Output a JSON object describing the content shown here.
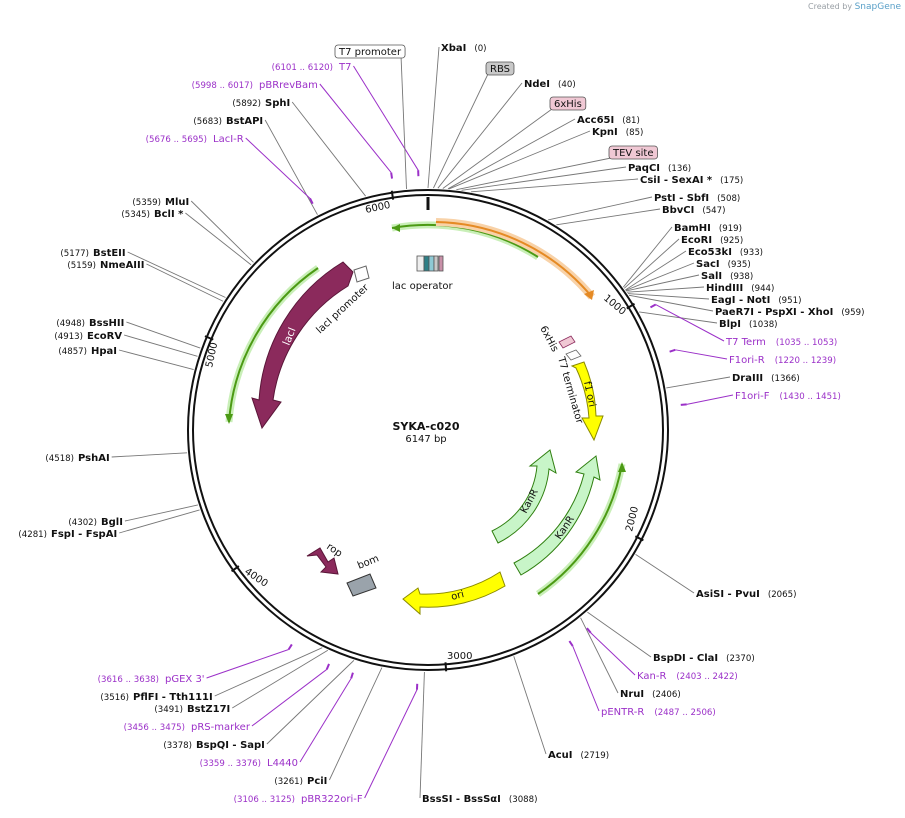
{
  "credit": {
    "prefix": "Created by",
    "brand": "SnapGene"
  },
  "plasmid": {
    "name": "SYKA-c020",
    "size_label": "6147 bp",
    "length": 6147
  },
  "ticks": [
    "1000",
    "2000",
    "3000",
    "4000",
    "5000",
    "6000"
  ],
  "colors": {
    "primer": "#9b30c8",
    "lacI": "#8b2a5c",
    "ori": "#ffff00",
    "kanR": "#c8f5c8",
    "cds_outline": "#2f7f0f",
    "orf": "#4c9a14",
    "orange": "#e58a24",
    "bom": "#9aa3ab"
  },
  "enzymes": [
    {
      "name": "XbaI",
      "pos": "(0)"
    },
    {
      "name": "NdeI",
      "pos": "(40)"
    },
    {
      "name": "Acc65I",
      "pos": "(81)"
    },
    {
      "name": "KpnI",
      "pos": "(85)"
    },
    {
      "name": "PaqCI",
      "pos": "(136)"
    },
    {
      "name": "CsiI  - SexAI *",
      "pos": "(175)"
    },
    {
      "name": "PstI  - SbfI",
      "pos": "(508)"
    },
    {
      "name": "BbvCI",
      "pos": "(547)"
    },
    {
      "name": "BamHI",
      "pos": "(919)"
    },
    {
      "name": "EcoRI",
      "pos": "(925)"
    },
    {
      "name": "Eco53kI",
      "pos": "(933)"
    },
    {
      "name": "SacI",
      "pos": "(935)"
    },
    {
      "name": "SalI",
      "pos": "(938)"
    },
    {
      "name": "HindIII",
      "pos": "(944)"
    },
    {
      "name": "EagI  - NotI",
      "pos": "(951)"
    },
    {
      "name": "PaeR7I  - PspXI  - XhoI",
      "pos": "(959)"
    },
    {
      "name": "BlpI",
      "pos": "(1038)"
    },
    {
      "name": "DraIII",
      "pos": "(1366)"
    },
    {
      "name": "AsiSI  - PvuI",
      "pos": "(2065)"
    },
    {
      "name": "BspDI  - ClaI",
      "pos": "(2370)"
    },
    {
      "name": "NruI",
      "pos": "(2406)"
    },
    {
      "name": "AcuI",
      "pos": "(2719)"
    },
    {
      "name": "BssSI  - BssSαI",
      "pos": "(3088)"
    },
    {
      "name": "PciI",
      "pos": "(3261)"
    },
    {
      "name": "BspQI  - SapI",
      "pos": "(3378)"
    },
    {
      "name": "BstZ17I",
      "pos": "(3491)"
    },
    {
      "name": "PflFI  - Tth111I",
      "pos": "(3516)"
    },
    {
      "name": "FspI  - FspAI",
      "pos": "(4281)"
    },
    {
      "name": "BglI",
      "pos": "(4302)"
    },
    {
      "name": "PshAI",
      "pos": "(4518)"
    },
    {
      "name": "HpaI",
      "pos": "(4857)"
    },
    {
      "name": "EcoRV",
      "pos": "(4913)"
    },
    {
      "name": "BssHII",
      "pos": "(4948)"
    },
    {
      "name": "NmeAIII",
      "pos": "(5159)"
    },
    {
      "name": "BstEII",
      "pos": "(5177)"
    },
    {
      "name": "BclI *",
      "pos": "(5345)"
    },
    {
      "name": "MluI",
      "pos": "(5359)"
    },
    {
      "name": "BstAPI",
      "pos": "(5683)"
    },
    {
      "name": "SphI",
      "pos": "(5892)"
    }
  ],
  "primers": [
    {
      "name": "T7",
      "pos": "(6101 .. 6120)"
    },
    {
      "name": "pBRrevBam",
      "pos": "(5998 .. 6017)"
    },
    {
      "name": "LacI-R",
      "pos": "(5676 .. 5695)"
    },
    {
      "name": "T7 Term",
      "pos": "(1035 .. 1053)"
    },
    {
      "name": "F1ori-R",
      "pos": "(1220 .. 1239)"
    },
    {
      "name": "F1ori-F",
      "pos": "(1430 .. 1451)"
    },
    {
      "name": "Kan-R",
      "pos": "(2403 .. 2422)"
    },
    {
      "name": "pENTR-R",
      "pos": "(2487 .. 2506)"
    },
    {
      "name": "pBR322ori-F",
      "pos": "(3106 .. 3125)"
    },
    {
      "name": "L4440",
      "pos": "(3359 .. 3376)"
    },
    {
      "name": "pRS-marker",
      "pos": "(3456 .. 3475)"
    },
    {
      "name": "pGEX 3'",
      "pos": "(3616 .. 3638)"
    }
  ],
  "boxed_features": [
    {
      "name": "T7 promoter",
      "fill": "#ffffff"
    },
    {
      "name": "RBS",
      "fill": "#c8c8c8"
    },
    {
      "name": "6xHis",
      "fill": "#f0c8d4"
    },
    {
      "name": "TEV site",
      "fill": "#f0c8d4"
    }
  ],
  "features": {
    "lac_operator": "lac operator",
    "lacI": "lacI",
    "lacI_promoter": "lacI promoter",
    "sixHis": "6xHis",
    "t7_terminator": "T7 terminator",
    "f1_ori": "f1 ori",
    "kanR_1": "KanR",
    "kanR_2": "KanR",
    "ori": "ori",
    "rop": "rop",
    "bom": "bom"
  }
}
